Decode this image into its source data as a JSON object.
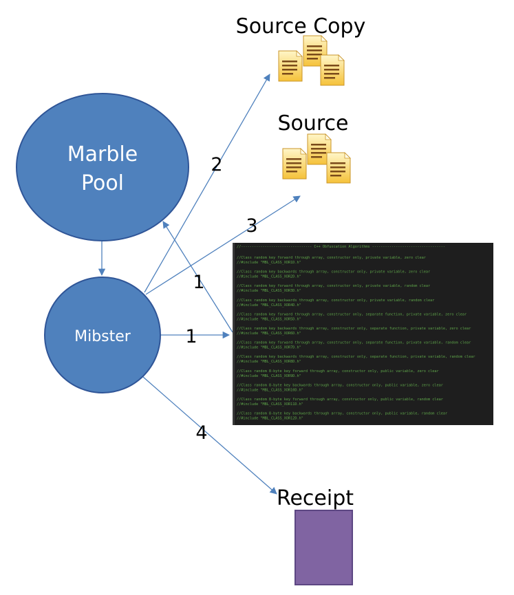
{
  "nodes": {
    "marble_pool": {
      "line1": "Marble",
      "line2": "Pool"
    },
    "mibster": {
      "label": "Mibster"
    },
    "source_copy": {
      "label": "Source Copy",
      "icon": "documents-icon"
    },
    "source": {
      "label": "Source",
      "icon": "documents-icon"
    },
    "receipt": {
      "label": "Receipt",
      "icon": "receipt-icon"
    }
  },
  "edges": [
    {
      "from": "mibster",
      "to": "source_copy",
      "label": "2"
    },
    {
      "from": "mibster",
      "to": "source",
      "label": "3"
    },
    {
      "from": "mibster",
      "to": "code_window",
      "label": "1"
    },
    {
      "from": "code_window",
      "to": "marble_pool",
      "label": "1"
    },
    {
      "from": "mibster",
      "to": "receipt",
      "label": "4"
    },
    {
      "from": "marble_pool",
      "to": "mibster",
      "label": ""
    }
  ],
  "code_window": {
    "header": "//--------------------------------- C++ Obfuscation Algorithms ----------------------------------",
    "lines": [
      "//Class random key forward through array, constructor only, private variable, zero clear",
      "//#include \"MBL_CLASS_XOR1D.h\"",
      "//Class random key backwards through array, constructor only, private variable, zero clear",
      "//#include \"MBL_CLASS_XOR2D.h\"",
      "//Class random key forward through array, constructor only, private variable, random clear",
      "//#include \"MBL_CLASS_XOR3D.h\"",
      "//Class random key backwards through array, constructor only, private variable, random clear",
      "//#include \"MBL_CLASS_XOR4D.h\"",
      "//Class random key forward through array, constructor only, separate function, private variable, zero clear",
      "//#include \"MBL_CLASS_XOR5D.h\"",
      "//Class random key backwards through array, constructor only, separate function, private variable, zero clear",
      "//#include \"MBL_CLASS_XOR6D.h\"",
      "//Class random key forward through array, constructor only, separate function, private variable, random clear",
      "//#include \"MBL_CLASS_XOR7D.h\"",
      "//Class random key backwards through array, constructor only, separate function, private variable, random clear",
      "//#include \"MBL_CLASS_XOR8D.h\"",
      "//Class random 8-byte key forward through array, constructor only, public variable, zero clear",
      "//#include \"MBL_CLASS_XOR9D.h\"",
      "//Class random 8-byte key backwards through array, constructor only, public variable, zero clear",
      "//#include \"MBL_CLASS_XOR10D.h\"",
      "//Class random 8-byte key forward through array, constructor only, public variable, random clear",
      "//#include \"MBL_CLASS_XOR11D.h\"",
      "//Class random 8-byte key backwards through array, constructor only, public variable, random clear",
      "//#include \"MBL_CLASS_XOR12D.h\""
    ]
  },
  "colors": {
    "node_fill": "#4f81bd",
    "node_stroke": "#2f5597",
    "edge": "#4f81bd",
    "receipt_fill": "#8064a2",
    "receipt_stroke": "#5c4682",
    "code_bg": "#1e1e1e",
    "code_text": "#5fa64a"
  }
}
